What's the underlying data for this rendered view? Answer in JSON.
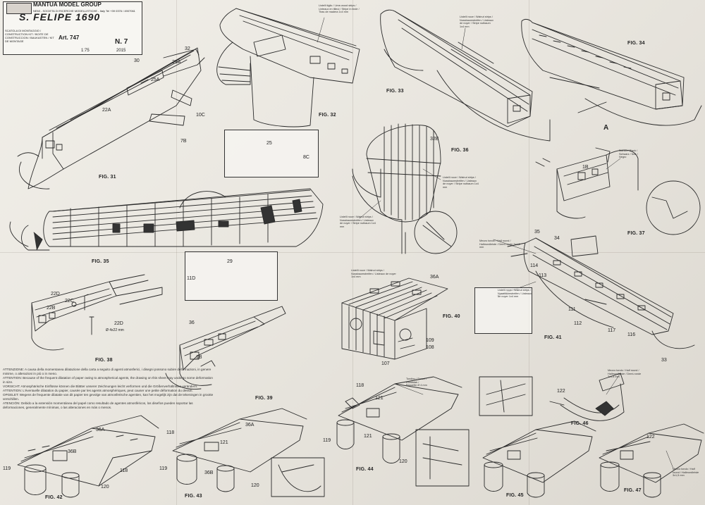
{
  "title_block": {
    "company": "MANTUA MODEL GROUP",
    "address": "NEMI - SOCIETA DI RICERCHE MODELLISTICHE - Italy  Tel +39 0376 / 4907061",
    "model": "S. FELIPE 1690",
    "art": "Art. 747",
    "plan_no": "N. 7",
    "scale": "1:75",
    "year": "2015",
    "labels": "SCATOLA DI MONTAGGIO / CONSTRUCTION KIT / BOITE DE CONSTRUCCION / BAUKASTEN / KIT DE MONTAGE"
  },
  "figures": {
    "f31": "FIG. 31",
    "f32": "FIG. 32",
    "f33": "FIG. 33",
    "f34": "FIG. 34",
    "f35": "FIG. 35",
    "f36": "FIG. 36",
    "f37": "FIG. 37",
    "f38": "FIG. 38",
    "f39": "FIG. 39",
    "f40": "FIG. 40",
    "f41": "FIG. 41",
    "f42": "FIG. 42",
    "f43": "FIG. 43",
    "f44": "FIG. 44",
    "f45": "FIG. 45",
    "f46": "FIG. 46",
    "f47": "FIG. 47"
  },
  "parts": {
    "p30": "30",
    "p32a": "32",
    "p29a": "29A",
    "p25a": "25A",
    "p22a": "22A",
    "p10c": "10C",
    "p7b": "7B",
    "p25": "25",
    "p8c": "8C",
    "p29": "29",
    "p11d": "11D",
    "p32b": "32B",
    "p1b": "1B",
    "p35": "35",
    "p34": "34",
    "p114": "114",
    "p113": "113",
    "p111": "111",
    "p112": "112",
    "p117": "117",
    "p116": "116",
    "p33": "33",
    "p22d": "22D",
    "p22c": "22C",
    "p22b": "22B",
    "p22d2": "22D",
    "p22d_dim": "Ø 4x22 mm",
    "p36": "36",
    "p1b2": "1B",
    "p36a": "36A",
    "p109": "109",
    "p108": "108",
    "p107": "107",
    "p118": "118",
    "p121": "121",
    "p119": "119",
    "p120": "120",
    "p122": "122",
    "p36a2": "36A",
    "p36b": "36B",
    "p118b": "118",
    "p119b": "119",
    "p120b": "120",
    "p118c": "118",
    "p121b": "121",
    "p36a3": "36A",
    "p119c": "119",
    "p36b2": "36B",
    "p120c": "120",
    "p122b": "122",
    "pA": "A"
  },
  "callouts": {
    "c32": "Listelli tiglio / Lime-wood strips / Linteaux en tilleul / Stripe in linde / Tiras de madera 1x4 mm",
    "c33": "Listelli noce / Walnut strips / Nussbaumstreifen / Listeaux de noyer / Stripe nutbaum 1x4 mm",
    "c36a": "Listelli noce / Walnut strips / Nussbaumstreifen / Listeaux de noyer / Stripe nutbaum 1x4 mm",
    "c36b": "Listelli noce / Walnut strips / Nussbaumstreifen / Listeaux de noyer / Stripe nutbaum 1x4 mm",
    "c37": "Bianco / Black / Schwarz / Noir / Negro",
    "c40": "Listelli noce / Walnut strips / Nussbaumstreifen / Listeaux de noyer 1x4 mm",
    "c41a": "Mezzo tondo / Half round / Halbrundleiste / Demi-ronde 3x1,5 mm",
    "c41b": "Listelli noce / Walnut strips / Nussbaumstreifen / Listeaux de noyer 1x4 mm",
    "c44": "Tondino / Dowel / Rundstab / Baguette Ø 4 mm",
    "c46": "Mezzo tondo / Half round / Halbrundleiste / Demi-ronde 3x1,5 mm",
    "c47": "Mezzo tondo / Half round / Halbrundleiste 3x1,5 mm"
  },
  "note": [
    "ATTENZIONE: A causa della momentanea dilatazione della carta a seguito di agenti atmosferici, i disegni possono subire deformazioni, in genere minime, o alterazioni in più o in meno.",
    "ATTENTION: Because of the frequent dilatation of paper owing to atmospherical agents, the drawing on this sheet may undergo some deformation in size.",
    "VORSICHT: Atmosphärische Einflüsse können die Blätter unserer Zeichnungen leicht verformen und die Größenverhältnisse verändern.",
    "ATTENTION: L'éventuelle dilatation du papier, causée par les agents atmosphériques, peut causer une petite déformation du dessin.",
    "OPGELET: Wegens de frequente dilatatie van dit papier ten gevolge van atmosferische agentien, kan het mogelijk zijn dat de tekeningen in grootte verschillen.",
    "ATENCIÓN: Debido a la extensión momentánea del papel como resultado de agentes atmosféricos, los diseños pueden soportar las deformaciones, generalmente mínimas, o las alteraciones en más o menos."
  ]
}
